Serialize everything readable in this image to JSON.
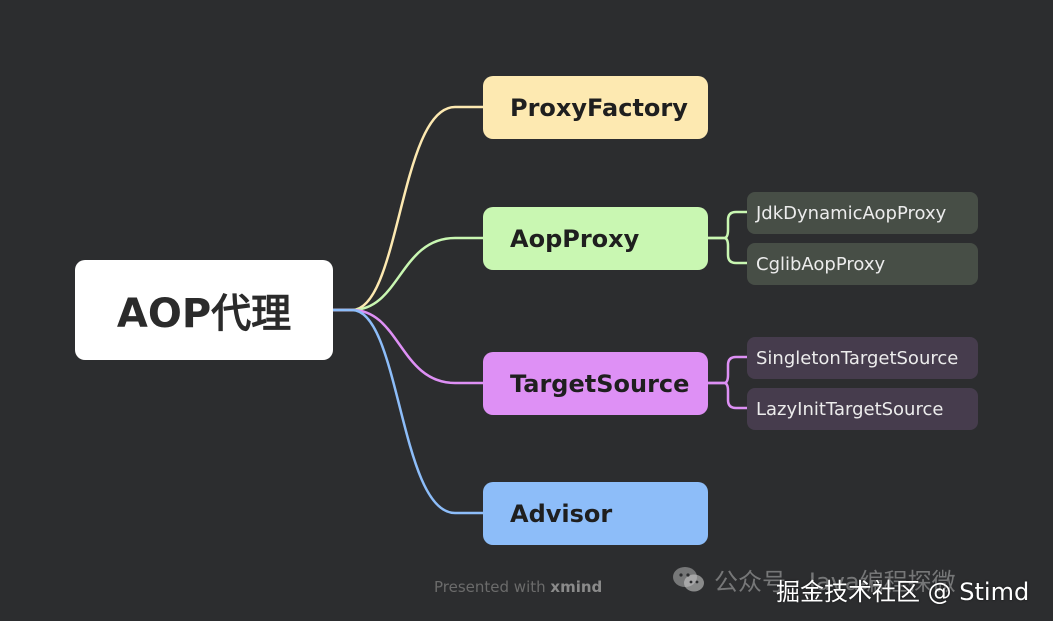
{
  "mindmap": {
    "root": "AOP代理",
    "branches": [
      {
        "label": "ProxyFactory",
        "color": "#fde9b1"
      },
      {
        "label": "AopProxy",
        "color": "#c9f7b2",
        "children": [
          "JdkDynamicAopProxy",
          "CglibAopProxy"
        ]
      },
      {
        "label": "TargetSource",
        "color": "#de90f5",
        "children": [
          "SingletonTargetSource",
          "LazyInitTargetSource"
        ]
      },
      {
        "label": "Advisor",
        "color": "#8dbdf9"
      }
    ]
  },
  "footer": {
    "presented_with": "Presented with",
    "brand": "xmind"
  },
  "watermarks": {
    "wechat_text": "公众号 · Java编程探微",
    "juejin_text": "掘金技术社区 @ Stimd",
    "icon": "wechat-icon"
  },
  "colors": {
    "background": "#2c2d2f",
    "root_bg": "#ffffff"
  }
}
